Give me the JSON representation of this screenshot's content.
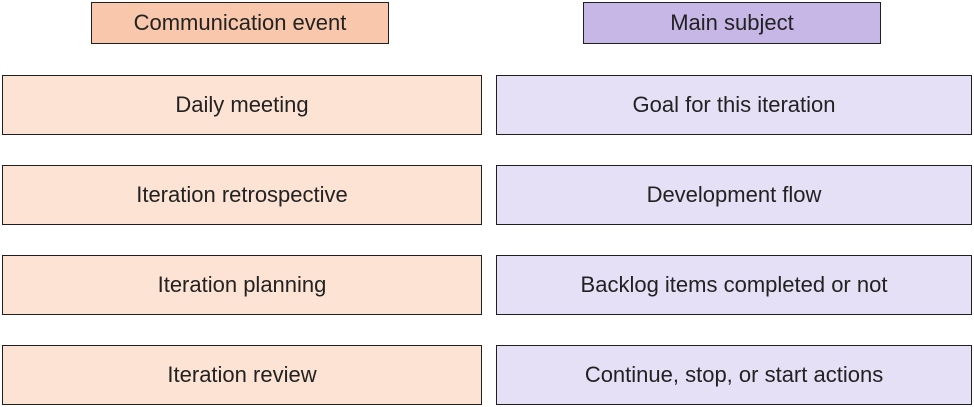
{
  "headers": {
    "left": "Communication event",
    "right": "Main subject"
  },
  "events": [
    "Daily meeting",
    "Iteration retrospective",
    "Iteration planning",
    "Iteration review"
  ],
  "subjects": [
    "Goal for this iteration",
    "Development flow",
    "Backlog items completed or not",
    "Continue, stop, or start actions"
  ],
  "colors": {
    "left_header": "#f9c8ac",
    "right_header": "#c6b7e6",
    "left_cell": "#fde3d4",
    "right_cell": "#e5e0f5"
  }
}
